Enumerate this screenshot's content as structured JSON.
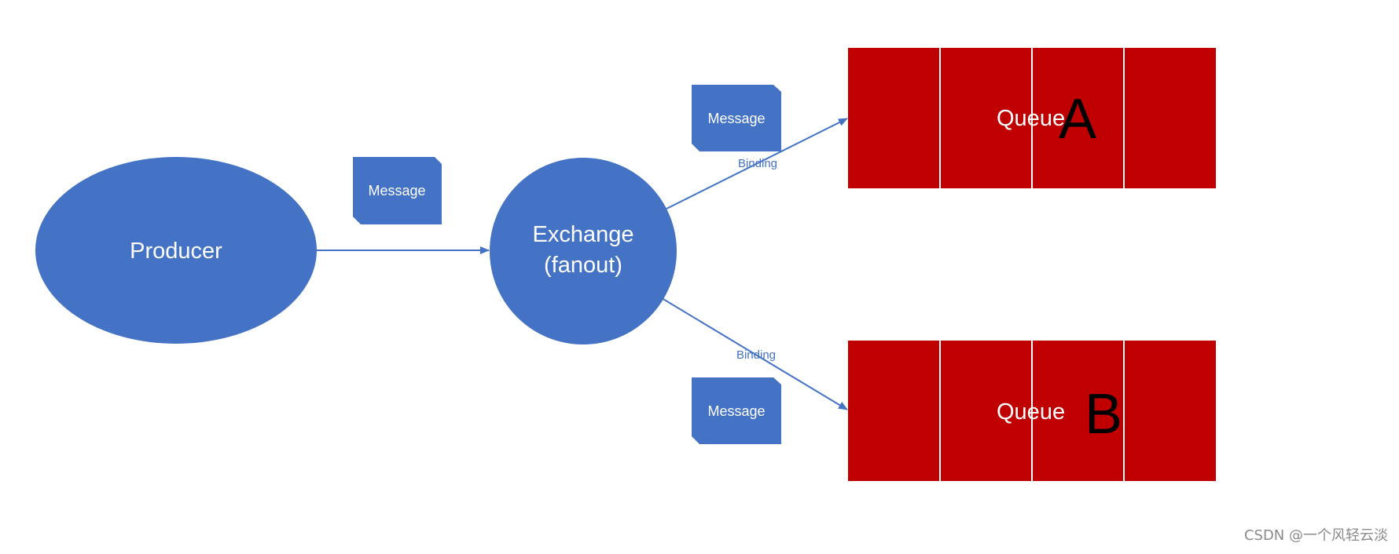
{
  "colors": {
    "node_fill": "#4472c4",
    "queue_fill": "#c00000",
    "queue_divider": "#ffffff",
    "edge": "#4472c4",
    "watermark": "#8a8a8a"
  },
  "producer": {
    "label": "Producer"
  },
  "exchange": {
    "label_line1": "Exchange",
    "label_line2": "(fanout)"
  },
  "messages": {
    "m1": "Message",
    "m2": "Message",
    "m3": "Message"
  },
  "bindings": {
    "to_a": "Binding",
    "to_b": "Binding"
  },
  "queues": {
    "a": {
      "label": "Queue",
      "letter": "A"
    },
    "b": {
      "label": "Queue",
      "letter": "B"
    }
  },
  "watermark": "CSDN @一个风轻云淡"
}
